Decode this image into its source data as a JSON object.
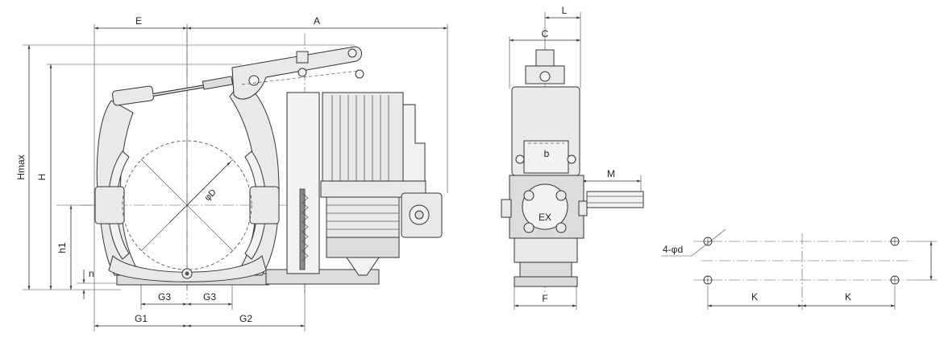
{
  "labels": {
    "E": "E",
    "A": "A",
    "L": "L",
    "C": "C",
    "Hmax": "Hmax",
    "H": "H",
    "h1": "h1",
    "n": "n",
    "phiD": "φD",
    "G1": "G1",
    "G2": "G2",
    "G3_left": "G3",
    "G3_right": "G3",
    "b": "b",
    "M": "M",
    "EX": "EX",
    "F": "F",
    "holes": "4-φd",
    "K_left": "K",
    "K_right": "K"
  }
}
